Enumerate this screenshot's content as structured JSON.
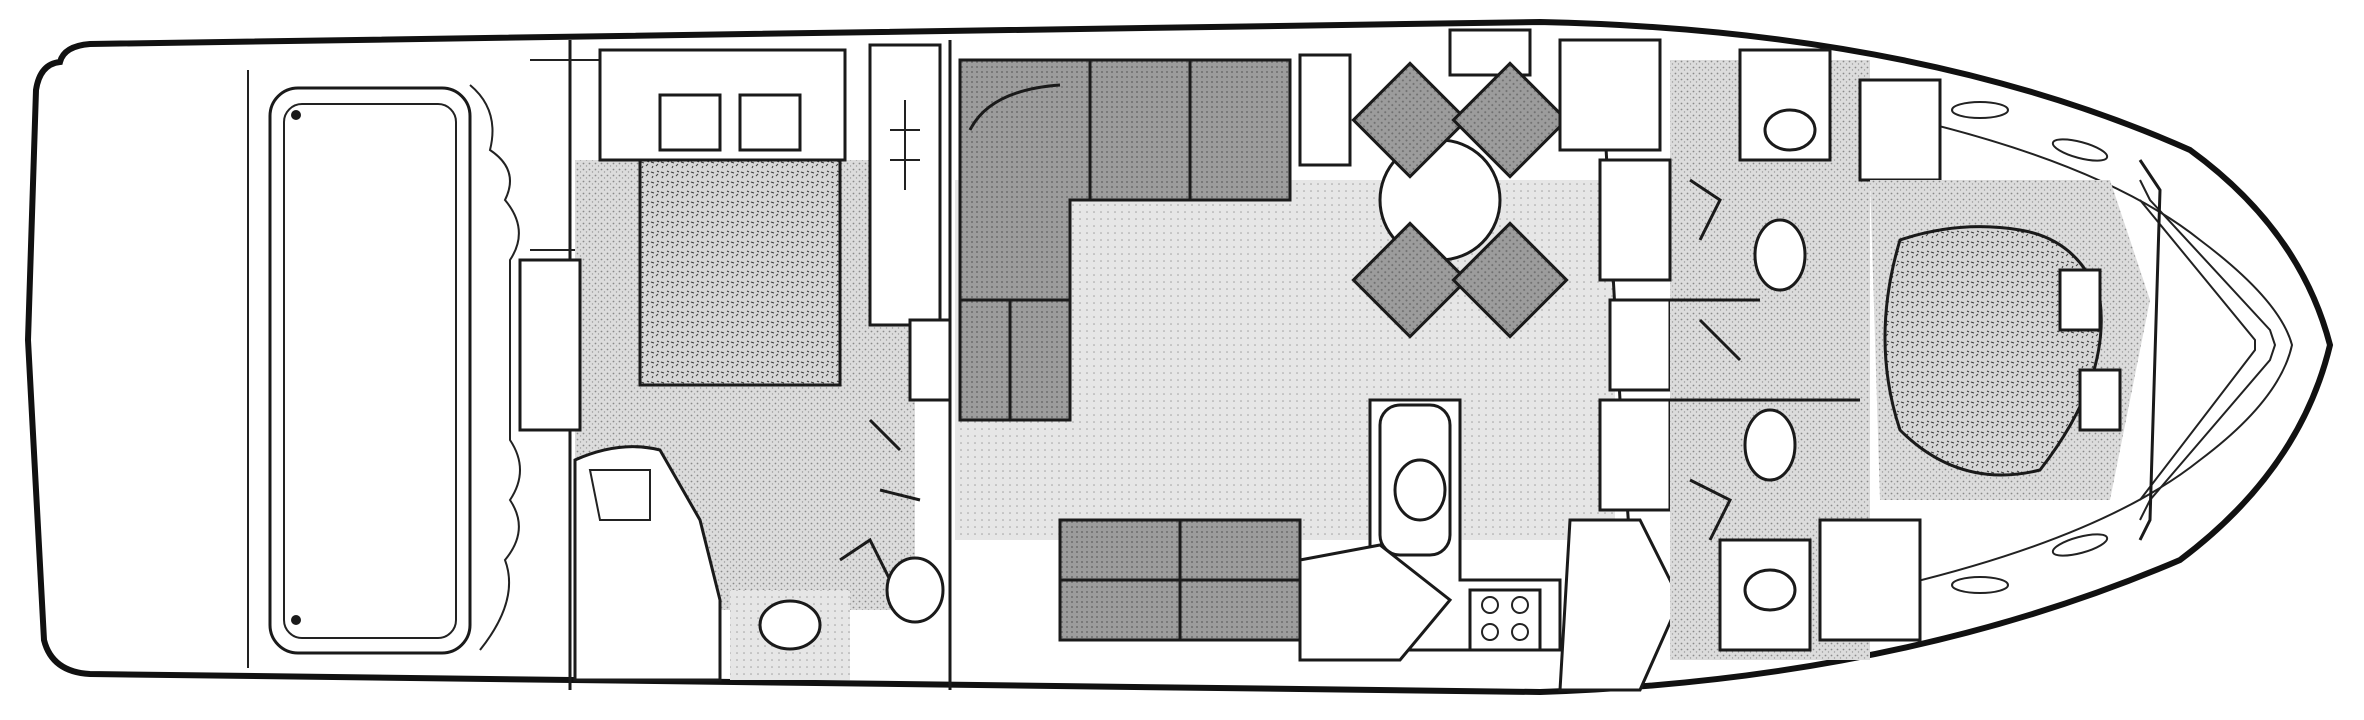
{
  "diagram": {
    "kind": "yacht-floor-plan",
    "view": "top-down",
    "bow_direction": "right",
    "colors": {
      "line": "#1a1a1a",
      "floor_stipple": "#c9c9c9",
      "cushion": "#8d8d8d",
      "background": "#ffffff"
    }
  }
}
